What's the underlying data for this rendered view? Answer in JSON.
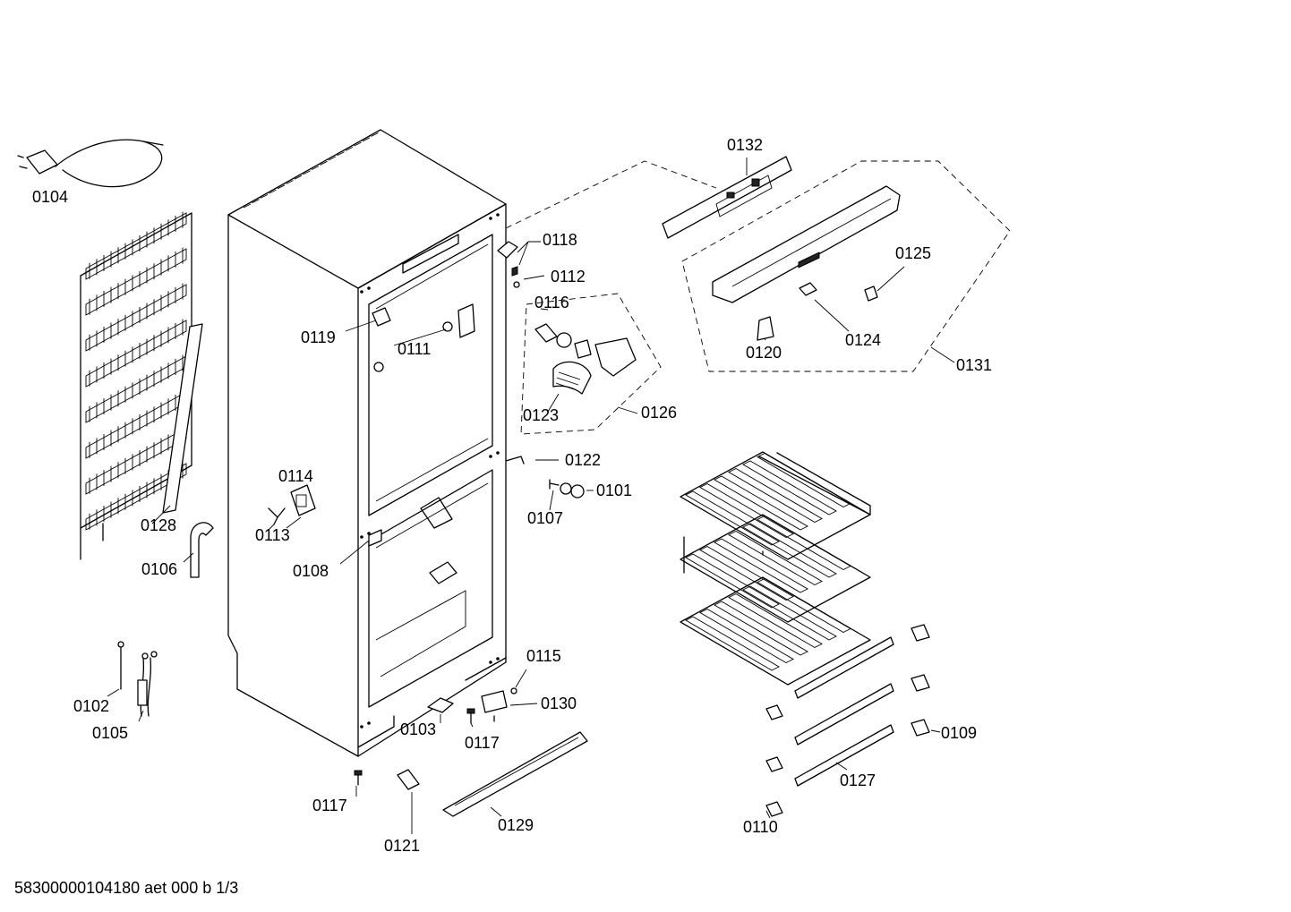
{
  "footer": {
    "document_id": "58300000104180 aet 000 b 1/3"
  },
  "parts": {
    "p0101": "0101",
    "p0102": "0102",
    "p0103": "0103",
    "p0104": "0104",
    "p0105": "0105",
    "p0106": "0106",
    "p0107": "0107",
    "p0108": "0108",
    "p0109": "0109",
    "p0110": "0110",
    "p0111": "0111",
    "p0112": "0112",
    "p0113": "0113",
    "p0114": "0114",
    "p0115": "0115",
    "p0116": "0116",
    "p0117a": "0117",
    "p0117b": "0117",
    "p0118": "0118",
    "p0119": "0119",
    "p0120": "0120",
    "p0121": "0121",
    "p0122": "0122",
    "p0123": "0123",
    "p0124": "0124",
    "p0125": "0125",
    "p0126": "0126",
    "p0127": "0127",
    "p0128": "0128",
    "p0129": "0129",
    "p0130": "0130",
    "p0131": "0131",
    "p0132": "0132"
  }
}
